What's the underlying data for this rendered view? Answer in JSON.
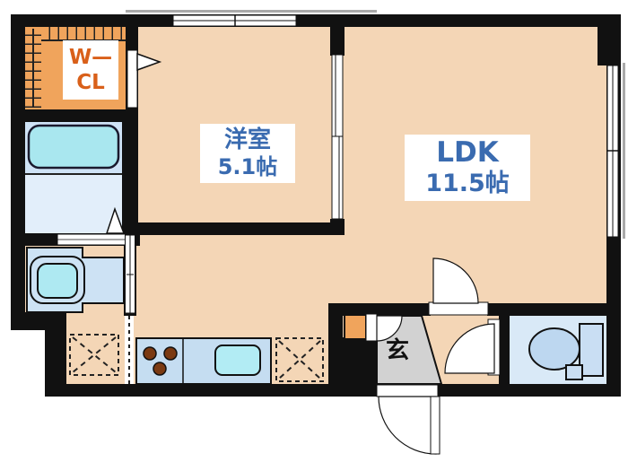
{
  "title": "apartment-floor-plan",
  "rooms": {
    "walk_in_closet": {
      "label_line1": "W—",
      "label_line2": "CL"
    },
    "western_room": {
      "name": "洋室",
      "size": "5.1帖"
    },
    "ldk": {
      "name": "LDK",
      "size": "11.5帖"
    },
    "entrance": {
      "name": "玄"
    }
  },
  "colors": {
    "wall": "#111111",
    "floor_peach": "#f4d6b6",
    "closet_orange": "#f0a45c",
    "bath_floor_blue": "#e2eefa",
    "bathtub_cyan": "#a9e7ef",
    "fixture_blue": "#c5ddf1",
    "sink_cyan": "#b2ecf4",
    "toilet_room_blue": "#d9e9f7",
    "genkan_gray": "#d2d2d2",
    "label_blue": "#3a6bb0",
    "label_orange": "#d9601a",
    "burner_brown": "#7b3a12"
  }
}
